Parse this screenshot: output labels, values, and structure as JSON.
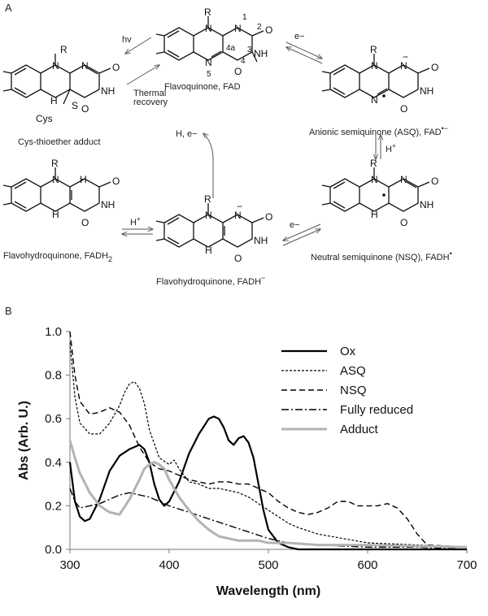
{
  "panel_a": {
    "label": "A",
    "structures": [
      {
        "id": "fq",
        "name": "Flavoquinone, FAD"
      },
      {
        "id": "adduct",
        "name": "Cys-thioether adduct"
      },
      {
        "id": "asq",
        "name": "Anionic semiquinone (ASQ), FAD",
        "sup": "•−"
      },
      {
        "id": "nsq",
        "name": "Neutral semiquinone (NSQ), FADH",
        "sup": "•"
      },
      {
        "id": "fadh_anion",
        "name": "Flavohydroquinone, FADH",
        "sup": "−"
      },
      {
        "id": "fadh2",
        "name": "Flavohydroquinone, FADH",
        "sub": "2"
      }
    ],
    "arrows": {
      "hv": "hv",
      "thermal1": "Thermal",
      "thermal2": "recovery",
      "e1": "e−",
      "h1": "H",
      "e2": "e−",
      "h2": "H",
      "h_e": "H, e−"
    },
    "atoms": {
      "R": "R",
      "N": "N",
      "NH": "NH",
      "H": "H",
      "O": "O",
      "S": "S",
      "Cys": "Cys",
      "minus": "−",
      "plus": "+"
    },
    "numbers": {
      "n1": "1",
      "n2": "2",
      "n3": "3",
      "n4": "4",
      "n4a": "4a",
      "n5": "5"
    }
  },
  "panel_b": {
    "label": "B",
    "chart_data": {
      "type": "line",
      "xlabel": "Wavelength (nm)",
      "ylabel": "Abs (Arb. U.)",
      "xlim": [
        300,
        700
      ],
      "ylim": [
        0,
        1.0
      ],
      "xticks": [
        "300",
        "400",
        "500",
        "600",
        "700"
      ],
      "yticks": [
        "0.0",
        "0.2",
        "0.4",
        "0.6",
        "0.8",
        "1.0"
      ],
      "legend_position": "top-right",
      "series": [
        {
          "name": "Ox",
          "style": "solid",
          "color": "#000000",
          "x": [
            300,
            305,
            310,
            315,
            320,
            330,
            340,
            350,
            360,
            370,
            375,
            380,
            385,
            390,
            395,
            400,
            410,
            420,
            430,
            440,
            445,
            450,
            455,
            460,
            465,
            470,
            475,
            480,
            485,
            490,
            495,
            500,
            510,
            520,
            530,
            550,
            600,
            650,
            700
          ],
          "y": [
            0.4,
            0.22,
            0.15,
            0.13,
            0.14,
            0.23,
            0.36,
            0.43,
            0.46,
            0.48,
            0.46,
            0.4,
            0.3,
            0.23,
            0.2,
            0.22,
            0.31,
            0.44,
            0.53,
            0.6,
            0.61,
            0.6,
            0.56,
            0.5,
            0.48,
            0.51,
            0.52,
            0.49,
            0.42,
            0.3,
            0.18,
            0.09,
            0.03,
            0.01,
            0.0,
            0.0,
            0.0,
            0.0,
            0.0
          ]
        },
        {
          "name": "ASQ",
          "style": "dotted",
          "color": "#000000",
          "x": [
            300,
            305,
            310,
            320,
            330,
            340,
            350,
            355,
            360,
            365,
            370,
            375,
            380,
            390,
            400,
            405,
            410,
            420,
            430,
            440,
            450,
            460,
            470,
            480,
            490,
            500,
            510,
            520,
            530,
            550,
            600,
            650,
            700
          ],
          "y": [
            0.95,
            0.7,
            0.58,
            0.53,
            0.53,
            0.58,
            0.66,
            0.72,
            0.76,
            0.77,
            0.74,
            0.67,
            0.55,
            0.42,
            0.39,
            0.41,
            0.37,
            0.31,
            0.3,
            0.28,
            0.28,
            0.27,
            0.26,
            0.24,
            0.21,
            0.18,
            0.15,
            0.12,
            0.1,
            0.07,
            0.03,
            0.02,
            0.01
          ]
        },
        {
          "name": "NSQ",
          "style": "dashed",
          "color": "#000000",
          "x": [
            300,
            305,
            310,
            320,
            330,
            340,
            350,
            360,
            370,
            380,
            390,
            400,
            410,
            420,
            430,
            440,
            450,
            460,
            470,
            480,
            490,
            500,
            510,
            520,
            530,
            540,
            550,
            560,
            570,
            580,
            590,
            600,
            610,
            620,
            630,
            640,
            650,
            660,
            700
          ],
          "y": [
            1.0,
            0.8,
            0.68,
            0.62,
            0.63,
            0.65,
            0.63,
            0.57,
            0.47,
            0.4,
            0.37,
            0.36,
            0.34,
            0.32,
            0.31,
            0.3,
            0.31,
            0.31,
            0.3,
            0.3,
            0.28,
            0.26,
            0.22,
            0.19,
            0.17,
            0.16,
            0.17,
            0.19,
            0.22,
            0.22,
            0.2,
            0.2,
            0.2,
            0.21,
            0.19,
            0.14,
            0.07,
            0.02,
            0.01
          ]
        },
        {
          "name": "Fully reduced",
          "style": "dashdot",
          "color": "#000000",
          "x": [
            300,
            305,
            310,
            320,
            330,
            340,
            350,
            360,
            370,
            380,
            390,
            400,
            420,
            440,
            460,
            480,
            500,
            520,
            550,
            600,
            650,
            700
          ],
          "y": [
            0.28,
            0.22,
            0.19,
            0.2,
            0.21,
            0.23,
            0.25,
            0.26,
            0.25,
            0.24,
            0.22,
            0.2,
            0.17,
            0.14,
            0.11,
            0.08,
            0.05,
            0.03,
            0.02,
            0.01,
            0.01,
            0.0
          ]
        },
        {
          "name": "Adduct",
          "style": "gray",
          "color": "#b3b3b3",
          "x": [
            300,
            305,
            310,
            320,
            330,
            340,
            350,
            360,
            370,
            375,
            380,
            385,
            390,
            395,
            400,
            410,
            420,
            430,
            440,
            450,
            460,
            470,
            480,
            490,
            500,
            520,
            550,
            600,
            700
          ],
          "y": [
            0.5,
            0.42,
            0.35,
            0.26,
            0.2,
            0.17,
            0.16,
            0.23,
            0.32,
            0.37,
            0.39,
            0.4,
            0.39,
            0.37,
            0.32,
            0.24,
            0.18,
            0.13,
            0.09,
            0.06,
            0.05,
            0.04,
            0.04,
            0.04,
            0.03,
            0.03,
            0.02,
            0.02,
            0.01
          ]
        }
      ]
    }
  }
}
